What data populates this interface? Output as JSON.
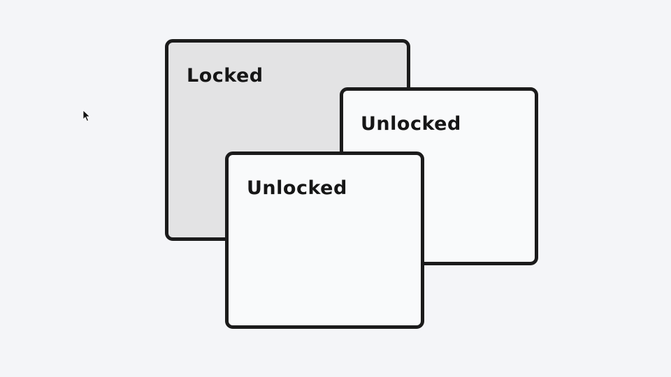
{
  "canvas": {
    "background": "#f4f5f8"
  },
  "cards": [
    {
      "id": "locked",
      "label": "Locked",
      "state": "locked",
      "fill": "#e3e3e4",
      "border": "#1b1b1b"
    },
    {
      "id": "unlocked-back",
      "label": "Unlocked",
      "state": "unlocked",
      "fill": "#f9fafb",
      "border": "#1b1b1b"
    },
    {
      "id": "unlocked-front",
      "label": "Unlocked",
      "state": "unlocked",
      "fill": "#f9fafb",
      "border": "#1b1b1b"
    }
  ],
  "cursor": {
    "icon": "arrow-cursor-icon"
  }
}
